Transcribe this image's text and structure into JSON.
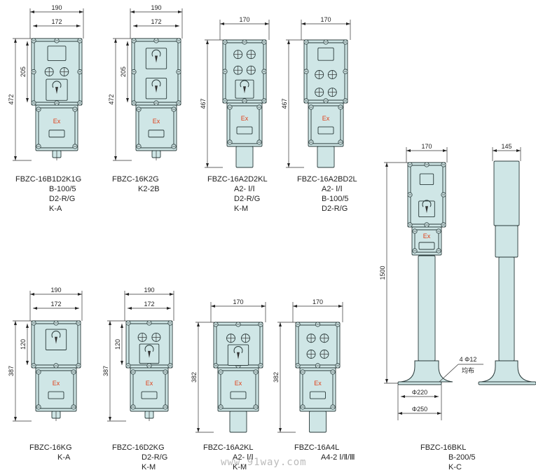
{
  "colors": {
    "enclosure_fill": "#cfe6e6",
    "stroke": "#2a3a3a",
    "ex_mark": "#e0401a"
  },
  "ex_mark": "Ex",
  "watermark": "www.91way.com",
  "units": [
    {
      "model": "FBZC-16B1D2K1G",
      "specs": [
        "B-100/5",
        "D2-R/G",
        "K-A"
      ],
      "dims": {
        "outer_width": "190",
        "inner_width": "172",
        "height": "472",
        "upper_height": "205"
      }
    },
    {
      "model": "FBZC-16K2G",
      "specs": [
        "K2-2B"
      ],
      "dims": {
        "outer_width": "190",
        "inner_width": "172",
        "height": "472",
        "upper_height": "205"
      }
    },
    {
      "model": "FBZC-16A2D2KL",
      "specs": [
        "A2- Ⅰ/Ⅰ",
        "D2-R/G",
        "K-M"
      ],
      "dims": {
        "width": "170",
        "height": "467"
      }
    },
    {
      "model": "FBZC-16A2BD2L",
      "specs": [
        "A2- Ⅰ/Ⅰ",
        "B-100/5",
        "D2-R/G"
      ],
      "dims": {
        "width": "170",
        "height": "467"
      }
    },
    {
      "model": "FBZC-16BKL",
      "specs": [
        "B-200/5",
        "K-C"
      ],
      "dims": {
        "width": "170",
        "depth": "145",
        "height": "1500",
        "bolt_circle": "Φ220",
        "base_diameter": "Φ250",
        "bolts": "4 Φ12",
        "bolts_note": "均布"
      }
    },
    {
      "model": "FBZC-16KG",
      "specs": [
        "K-A"
      ],
      "dims": {
        "outer_width": "190",
        "inner_width": "172",
        "height": "387",
        "upper_height": "120"
      }
    },
    {
      "model": "FBZC-16D2KG",
      "specs": [
        "D2-R/G",
        "K-M"
      ],
      "dims": {
        "outer_width": "190",
        "inner_width": "172",
        "height": "387",
        "upper_height": "120"
      }
    },
    {
      "model": "FBZC-16A2KL",
      "specs": [
        "A2- Ⅰ/Ⅰ",
        "K-M"
      ],
      "dims": {
        "width": "170",
        "height": "382"
      }
    },
    {
      "model": "FBZC-16A4L",
      "specs": [
        "A4-2 Ⅰ/Ⅱ/Ⅲ"
      ],
      "dims": {
        "width": "170",
        "height": "382"
      }
    }
  ]
}
